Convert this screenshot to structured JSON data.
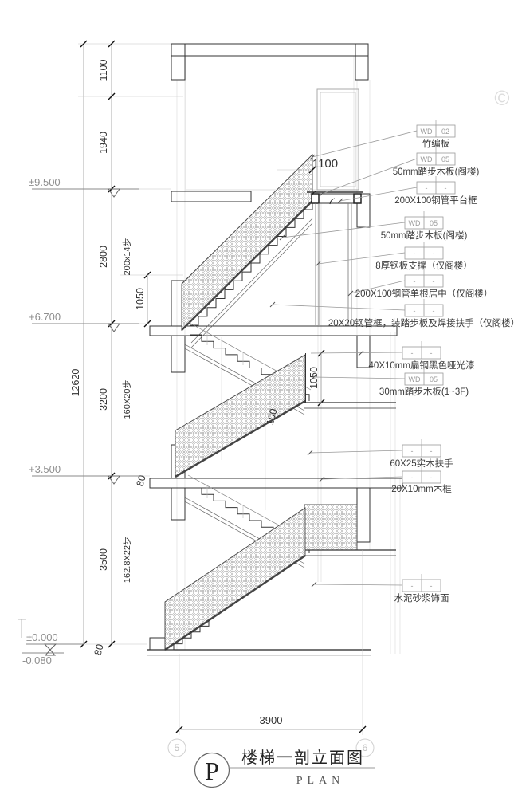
{
  "drawing": {
    "title_zh": "楼梯一剖立面图",
    "title_en": "PLAN",
    "title_symbol": "P",
    "watermark": "©"
  },
  "grid": {
    "left_bubble": "5",
    "right_bubble": "6"
  },
  "levels": [
    {
      "label": "±9.500"
    },
    {
      "label": "+6.700"
    },
    {
      "label": "+3.500"
    },
    {
      "label": "±0.000"
    },
    {
      "label": "-0.080"
    }
  ],
  "dims": {
    "overall_height": "12620",
    "seg_1100": "1100",
    "seg_1940": "1940",
    "seg_2800": "2800",
    "seg_3200": "3200",
    "seg_3500": "3500",
    "steps_attic": "200x14步",
    "steps_mid": "160X20步",
    "steps_low": "162.8X22步",
    "rail_1050_a": "1050",
    "rail_1050_b": "1050",
    "landing_100": "100",
    "slab_80_a": "80",
    "slab_80_b": "80",
    "platform_1100": "1100",
    "width_3900": "3900"
  },
  "annotations": [
    {
      "tag1": "WD",
      "tag2": "02",
      "label": "竹编板"
    },
    {
      "tag1": "WD",
      "tag2": "05",
      "label": "50mm踏步木板(阁楼)"
    },
    {
      "tag1": "-",
      "tag2": "-",
      "label": "200X100钢管平台框"
    },
    {
      "tag1": "WD",
      "tag2": "05",
      "label": "50mm踏步木板(阁楼)"
    },
    {
      "tag1": "-",
      "tag2": "-",
      "label": "8厚钢板支撑（仅阁楼）"
    },
    {
      "tag1": "-",
      "tag2": "-",
      "label": "200X100钢管单根居中（仅阁楼）"
    },
    {
      "tag1": "-",
      "tag2": "-",
      "label": "20X20钢管框，装踏步板及焊接扶手（仅阁楼）"
    },
    {
      "tag1": "-",
      "tag2": "-",
      "label": "40X10mm扁钢黑色哑光漆"
    },
    {
      "tag1": "WD",
      "tag2": "05",
      "label": "30mm踏步木板(1~3F)"
    },
    {
      "tag1": "-",
      "tag2": "-",
      "label": "60X25实木扶手"
    },
    {
      "tag1": "-",
      "tag2": "-",
      "label": "20X10mm木框"
    },
    {
      "tag1": "-",
      "tag2": "-",
      "label": "水泥砂浆饰面"
    }
  ]
}
